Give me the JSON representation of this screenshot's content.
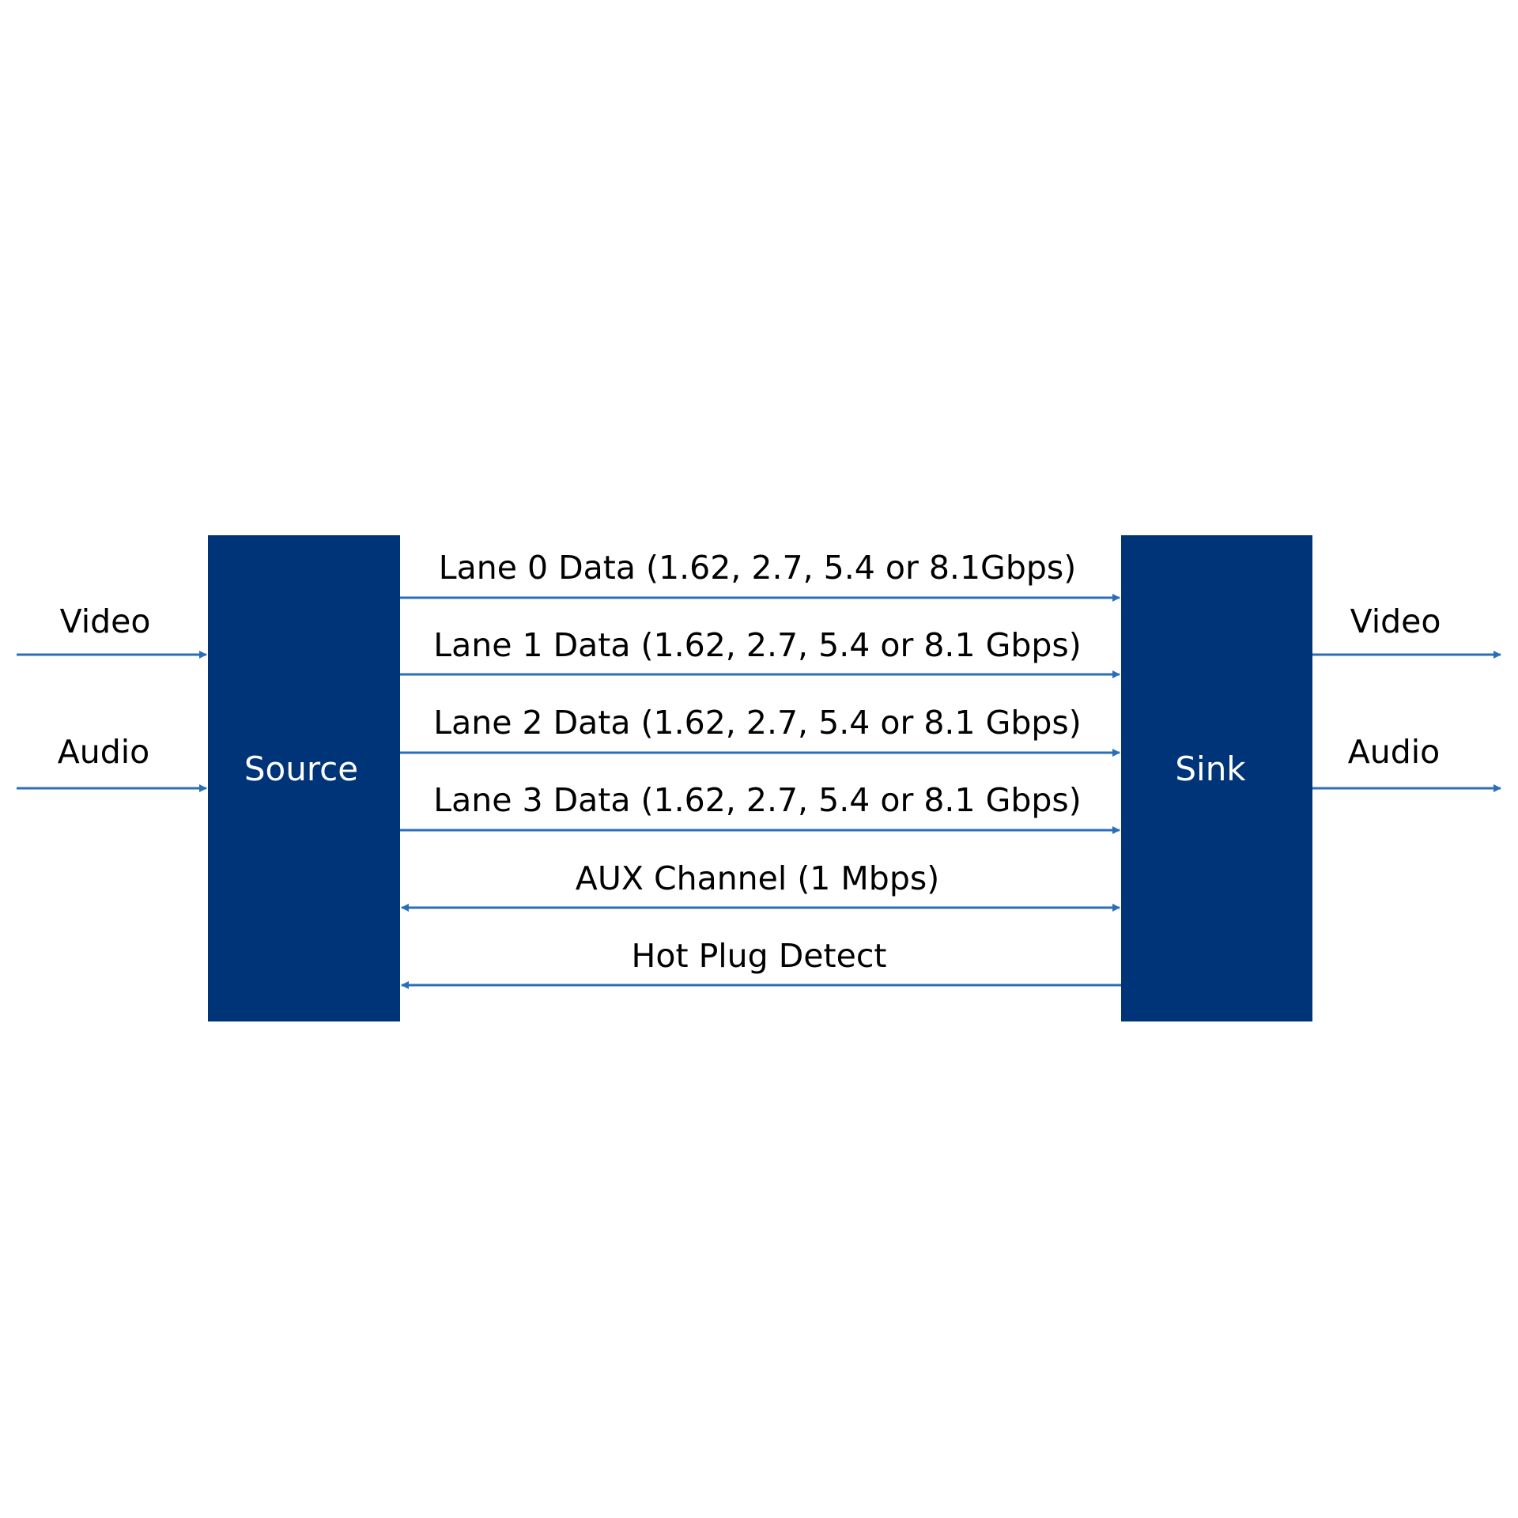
{
  "colors": {
    "box": "#003478",
    "line": "#2a6ebb",
    "text": "#000000",
    "box_text": "#ffffff"
  },
  "source": {
    "label": "Source"
  },
  "sink": {
    "label": "Sink"
  },
  "inputs": {
    "video": "Video",
    "audio": "Audio"
  },
  "outputs": {
    "video": "Video",
    "audio": "Audio"
  },
  "channels": [
    {
      "label": "Lane 0 Data (1.62, 2.7, 5.4 or 8.1Gbps)",
      "direction": "source-to-sink"
    },
    {
      "label": "Lane 1 Data (1.62, 2.7, 5.4 or 8.1 Gbps)",
      "direction": "source-to-sink"
    },
    {
      "label": "Lane 2 Data (1.62, 2.7, 5.4 or 8.1 Gbps)",
      "direction": "source-to-sink"
    },
    {
      "label": "Lane 3 Data (1.62, 2.7, 5.4 or 8.1 Gbps)",
      "direction": "source-to-sink"
    },
    {
      "label": "AUX Channel (1 Mbps)",
      "direction": "bidirectional"
    },
    {
      "label": "Hot Plug Detect",
      "direction": "sink-to-source"
    }
  ]
}
